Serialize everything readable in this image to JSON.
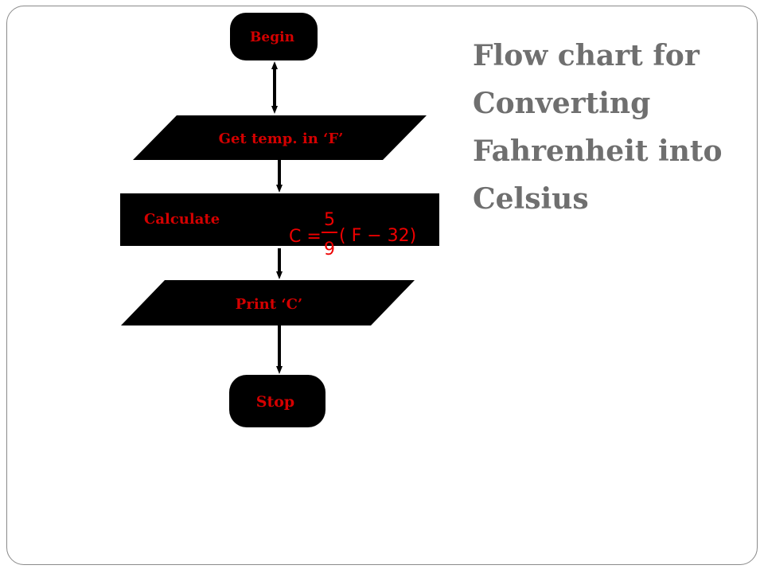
{
  "title": "Flow chart for Converting Fahrenheit into Celsius",
  "nodes": {
    "begin": "Begin",
    "input": "Get temp. in ‘F’",
    "calculate": "Calculate",
    "print": "Print ‘C’",
    "stop": "Stop"
  },
  "formula": {
    "lhs": "C =",
    "numerator": "5",
    "denominator": "9",
    "rhs": "( F − 32)"
  },
  "colors": {
    "shape_fill": "#000000",
    "label_text": "#d40000",
    "formula_text": "#ee0000",
    "title_text": "#6f6f6f",
    "slide_border": "#8a8a8a"
  }
}
